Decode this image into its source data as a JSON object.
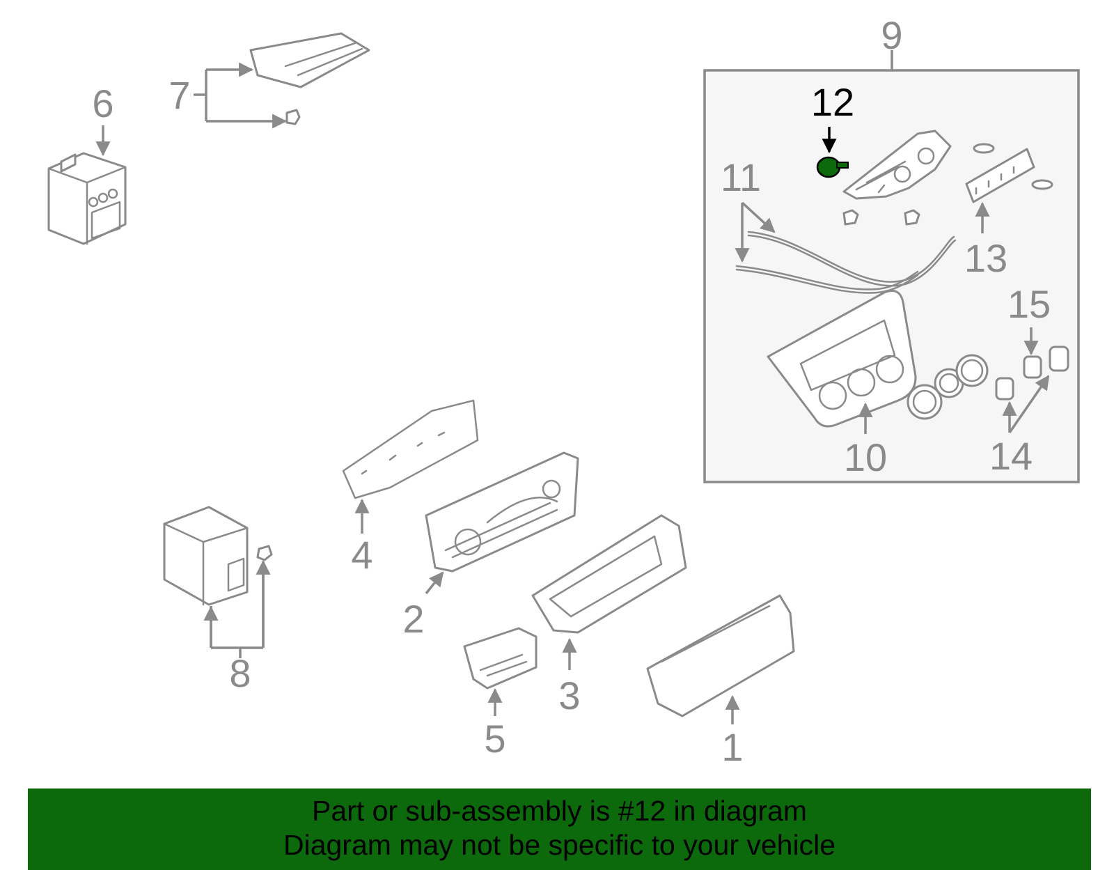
{
  "diagram": {
    "callouts": [
      "1",
      "2",
      "3",
      "4",
      "5",
      "6",
      "7",
      "8",
      "9",
      "10",
      "11",
      "12",
      "13",
      "14",
      "15"
    ],
    "highlighted_callout": "12",
    "colors": {
      "line": "#8a8a8a",
      "highlight_part": "#0c6a0c",
      "highlight_label": "#000000",
      "subassembly_box_fill": "#f6f6f6",
      "banner": "#0c6a0c"
    }
  },
  "banner": {
    "line1": "Part or sub-assembly is #12 in diagram",
    "line2": "Diagram may not be specific to your vehicle"
  }
}
